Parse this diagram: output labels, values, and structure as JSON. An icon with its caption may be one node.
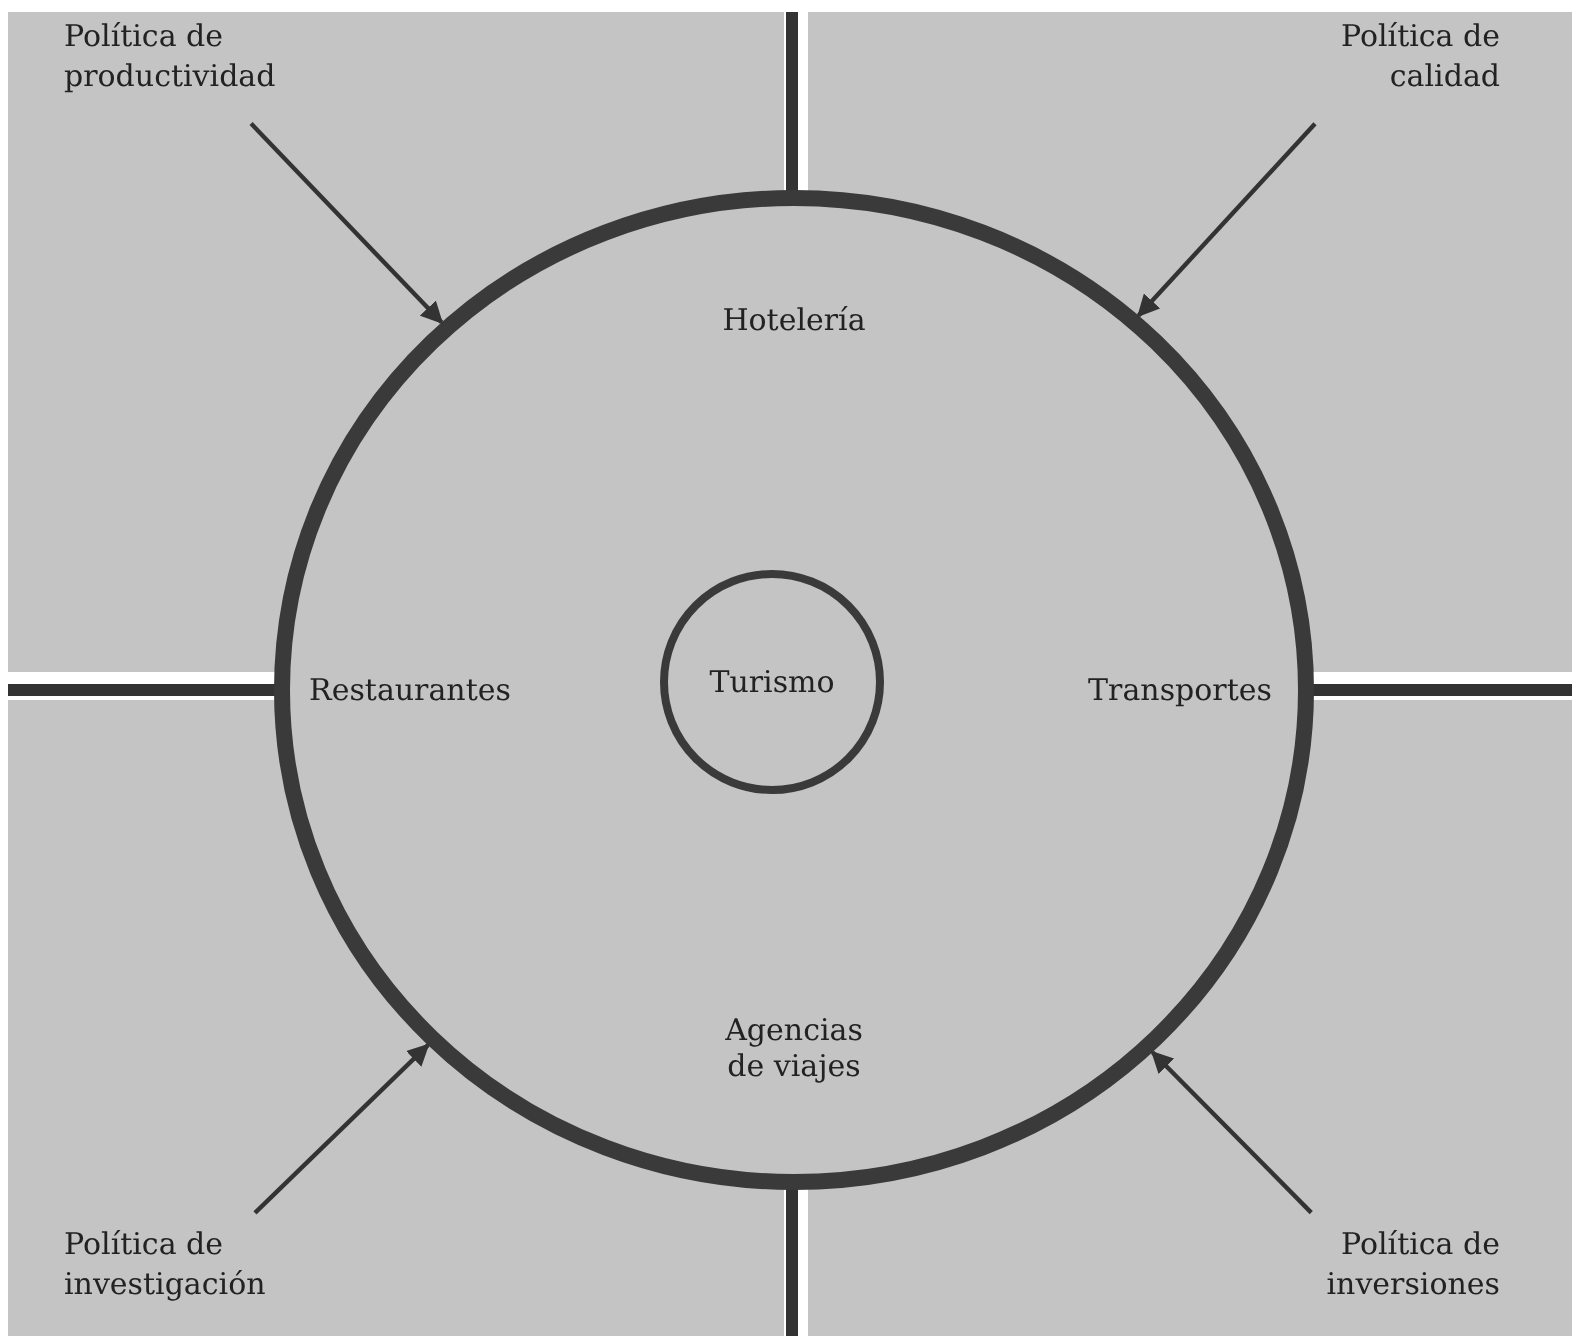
{
  "diagram": {
    "nodes": [
      {
        "text": [
          "Hotelería",
          "Restaurantes",
          "Transportes",
          "Agencias de viajes"
        ]
      },
      {
        "text": [
          "Turismo"
        ],
        "in": 0
      },
      {
        "text": [
          "Política de productividad"
        ]
      },
      {
        "text": [
          "Política de calidad"
        ]
      },
      {
        "text": [
          "Política de investigación"
        ]
      },
      {
        "text": [
          "Política de inversiones"
        ]
      }
    ],
    "edges": [
      {
        "from": 2,
        "to": 0,
        "arrow": "to"
      },
      {
        "from": 3,
        "to": 0,
        "arrow": "to"
      },
      {
        "from": 4,
        "to": 0,
        "arrow": "to"
      },
      {
        "from": 5,
        "to": 0,
        "arrow": "to"
      }
    ]
  }
}
